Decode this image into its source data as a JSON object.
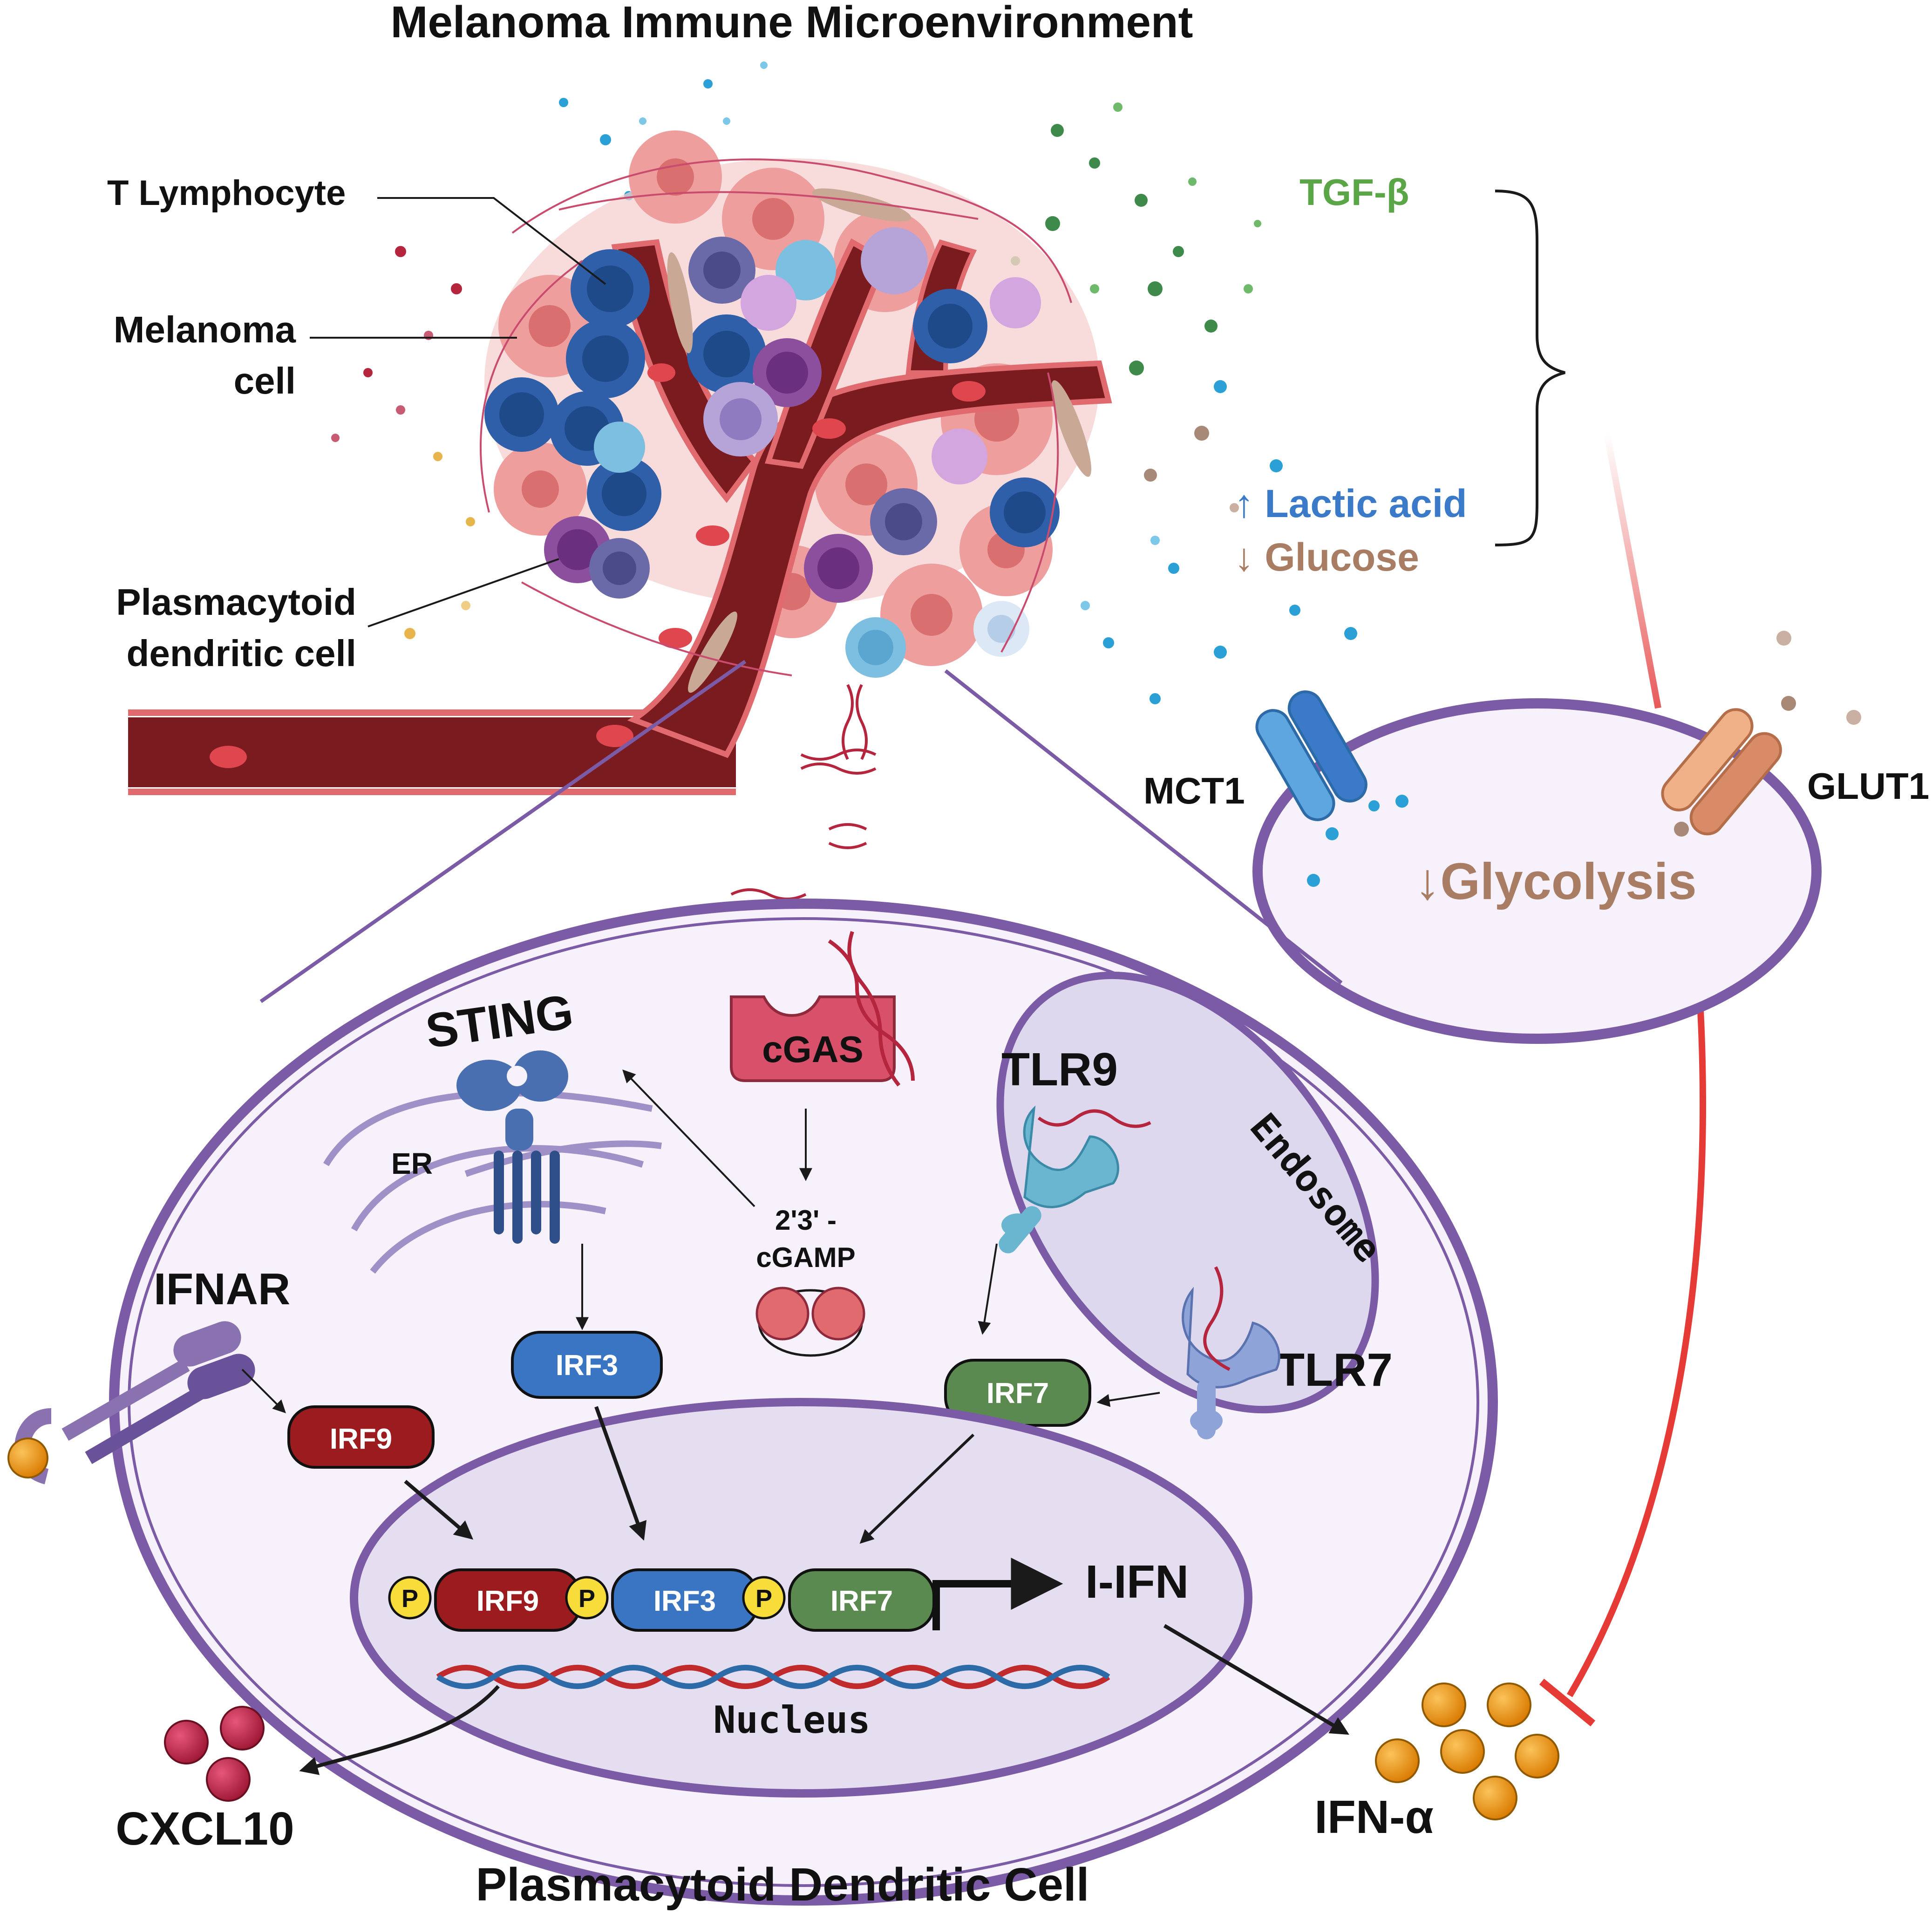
{
  "title": "Melanoma Immune Microenvironment",
  "bottom_title": "Plasmacytoid Dendritic Cell",
  "cell_labels": {
    "t_lymphocyte": "T Lymphocyte",
    "melanoma_line1": "Melanoma",
    "melanoma_line2": "cell",
    "pdc_line1": "Plasmacytoid",
    "pdc_line2": "dendritic cell"
  },
  "microenvironment": {
    "tgf_beta": "TGF-β",
    "lactic_acid": "↑ Lactic acid",
    "glucose": "↓ Glucose"
  },
  "metabolism": {
    "mct1": "MCT1",
    "glut1": "GLUT1",
    "glycolysis": "↓Glycolysis"
  },
  "pathway": {
    "sting": "STING",
    "er": "ER",
    "cgas": "cGAS",
    "cgamp_line1": "2'3' -",
    "cgamp_line2": "cGAMP",
    "tlr9": "TLR9",
    "tlr7": "TLR7",
    "endosome": "Endosome",
    "ifnar": "IFNAR",
    "irf9": "IRF9",
    "irf3": "IRF3",
    "irf7": "IRF7",
    "phospho": "P",
    "i_ifn": "I-IFN",
    "nucleus": "Nucleus",
    "cxcl10": "CXCL10",
    "ifn_alpha": "IFN-α"
  },
  "colors": {
    "membrane": "#7b5aa6",
    "cytoplasm": "#f6f1fb",
    "nucleus_fill": "#e4def0",
    "endosome_fill": "#ddd8ee",
    "vessel": "#7a1b1f",
    "irf9": "#9b1b1f",
    "irf3": "#3a75c4",
    "irf7": "#5a8a4f",
    "cgas": "#d9506a",
    "tgf": "#5aa646",
    "lactic": "#3a7ac8",
    "glucose": "#a87d63",
    "inhibition": "#e53a35",
    "ifn_ball": "#e08a10",
    "cxcl10_ball": "#b5263e"
  }
}
